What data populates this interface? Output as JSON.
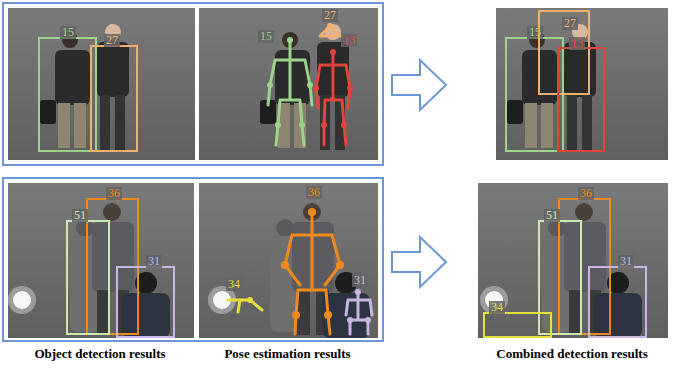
{
  "diagram": {
    "nodes": [
      {
        "text": [
          "15"
        ]
      },
      {
        "text": [
          "27"
        ]
      },
      {
        "text": [
          "15"
        ]
      },
      {
        "text": [
          "27"
        ]
      },
      {
        "text": [
          "13"
        ]
      },
      {
        "text": [
          "36"
        ]
      },
      {
        "text": [
          "51"
        ]
      },
      {
        "text": [
          "31"
        ]
      },
      {
        "text": [
          "36"
        ]
      },
      {
        "text": [
          "51"
        ]
      },
      {
        "text": [
          "31"
        ]
      },
      {
        "text": [
          "34"
        ]
      }
    ],
    "labels": [
      "27",
      "15",
      "13",
      "36",
      "31",
      "34",
      "Object detection results",
      "Pose estimation results",
      "Combined detection results"
    ]
  }
}
